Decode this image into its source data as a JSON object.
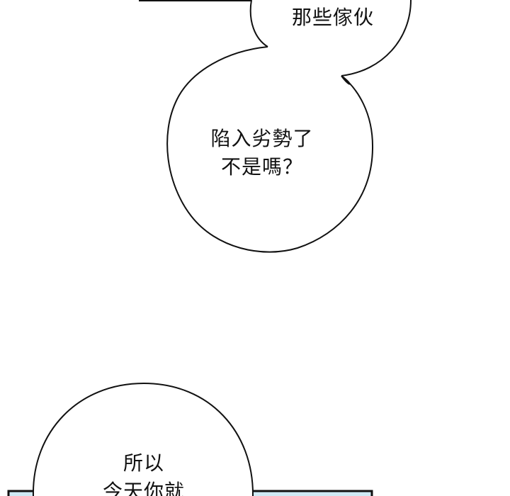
{
  "bubbles": [
    {
      "lines": [
        "那些傢伙"
      ]
    },
    {
      "lines": [
        "陷入劣勢了",
        "不是嗎？"
      ]
    },
    {
      "lines": [
        "所以",
        "今天你就"
      ]
    }
  ],
  "colors": {
    "panel_fill": "#cfeaf5",
    "line": "#111111"
  }
}
